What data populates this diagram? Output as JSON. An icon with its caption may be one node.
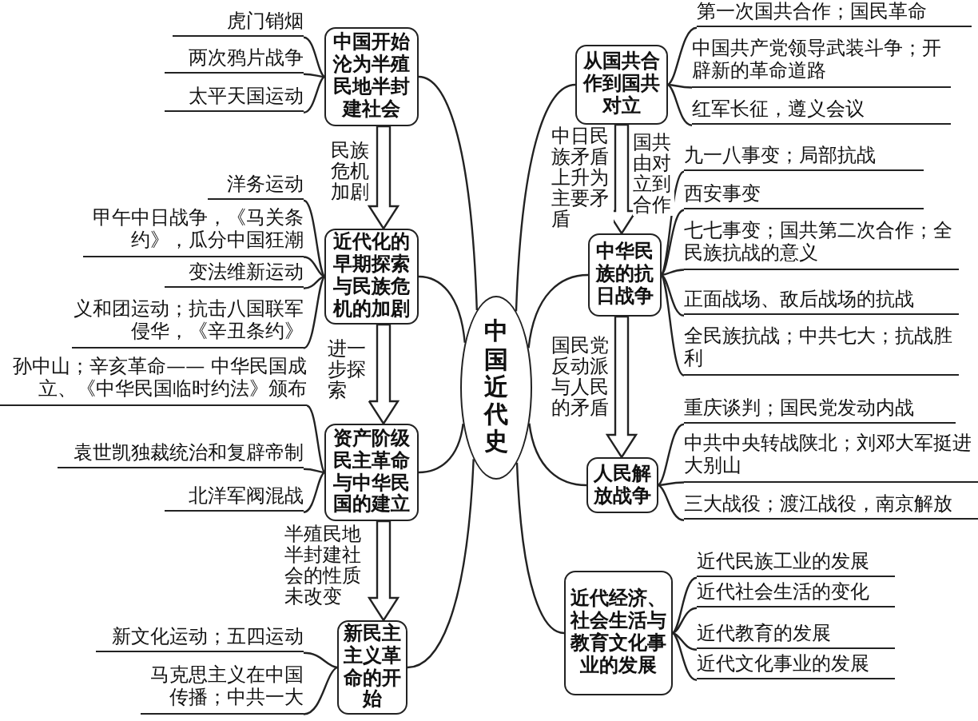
{
  "diagram": {
    "nodes": [
      {
        "text": [
          "中国近代史"
        ]
      },
      {
        "text": [
          "中国开始沦为半殖民地半封建社会"
        ]
      },
      {
        "text": [
          "虎门销烟"
        ]
      },
      {
        "text": [
          "两次鸦片战争"
        ]
      },
      {
        "text": [
          "太平天国运动"
        ]
      },
      {
        "text": [
          "近代化的早期探索与民族危机的加剧"
        ]
      },
      {
        "text": [
          "洋务运动"
        ]
      },
      {
        "text": [
          "甲午中日战争，《马关条约》，瓜分中国狂潮"
        ]
      },
      {
        "text": [
          "变法维新运动"
        ]
      },
      {
        "text": [
          "义和团运动；抗击八国联军侵华，《辛丑条约》"
        ]
      },
      {
        "text": [
          "资产阶级民主革命与中华民国的建立"
        ]
      },
      {
        "text": [
          "孙中山；辛亥革命—— 中华民国成立、《中华民国临时约法》颁布"
        ]
      },
      {
        "text": [
          "袁世凯独裁统治和复辟帝制"
        ]
      },
      {
        "text": [
          "北洋军阀混战"
        ]
      },
      {
        "text": [
          "新民主主义革命的开始"
        ]
      },
      {
        "text": [
          "新文化运动；五四运动"
        ]
      },
      {
        "text": [
          "马克思主义在中国传播；中共一大"
        ]
      },
      {
        "text": [
          "从国共合作到国共对立"
        ]
      },
      {
        "text": [
          "第一次国共合作；国民革命"
        ]
      },
      {
        "text": [
          "中国共产党领导武装斗争；开辟新的革命道路"
        ]
      },
      {
        "text": [
          "红军长征，遵义会议"
        ]
      },
      {
        "text": [
          "中华民族的抗日战争"
        ]
      },
      {
        "text": [
          "九一八事变；局部抗战"
        ]
      },
      {
        "text": [
          "西安事变"
        ]
      },
      {
        "text": [
          "七七事变；国共第二次合作；全民族抗战的意义"
        ]
      },
      {
        "text": [
          "正面战场、敌后战场的抗战"
        ]
      },
      {
        "text": [
          "全民族抗战；中共七大；抗战胜利"
        ]
      },
      {
        "text": [
          "人民解放战争"
        ]
      },
      {
        "text": [
          "重庆谈判；国民党发动内战"
        ]
      },
      {
        "text": [
          "中共中央转战陕北；刘邓大军挺进大别山"
        ]
      },
      {
        "text": [
          "三大战役；渡江战役，南京解放"
        ]
      },
      {
        "text": [
          "近代经济、社会生活与教育文化事业的发展"
        ]
      },
      {
        "text": [
          "近代民族工业的发展"
        ]
      },
      {
        "text": [
          "近代社会生活的变化"
        ]
      },
      {
        "text": [
          "近代教育的发展"
        ]
      },
      {
        "text": [
          "近代文化事业的发展"
        ]
      }
    ],
    "edges": [
      {
        "from": 0,
        "to": 1,
        "arrow": "none"
      },
      {
        "from": 0,
        "to": 5,
        "arrow": "none"
      },
      {
        "from": 0,
        "to": 10,
        "arrow": "none"
      },
      {
        "from": 0,
        "to": 14,
        "arrow": "none"
      },
      {
        "from": 0,
        "to": 17,
        "arrow": "none"
      },
      {
        "from": 0,
        "to": 21,
        "arrow": "none"
      },
      {
        "from": 0,
        "to": 27,
        "arrow": "none"
      },
      {
        "from": 0,
        "to": 31,
        "arrow": "none"
      },
      {
        "from": 1,
        "to": 2,
        "arrow": "none"
      },
      {
        "from": 1,
        "to": 3,
        "arrow": "none"
      },
      {
        "from": 1,
        "to": 4,
        "arrow": "none"
      },
      {
        "from": 5,
        "to": 6,
        "arrow": "none"
      },
      {
        "from": 5,
        "to": 7,
        "arrow": "none"
      },
      {
        "from": 5,
        "to": 8,
        "arrow": "none"
      },
      {
        "from": 5,
        "to": 9,
        "arrow": "none"
      },
      {
        "from": 10,
        "to": 11,
        "arrow": "none"
      },
      {
        "from": 10,
        "to": 12,
        "arrow": "none"
      },
      {
        "from": 10,
        "to": 13,
        "arrow": "none"
      },
      {
        "from": 14,
        "to": 15,
        "arrow": "none"
      },
      {
        "from": 14,
        "to": 16,
        "arrow": "none"
      },
      {
        "from": 17,
        "to": 18,
        "arrow": "none"
      },
      {
        "from": 17,
        "to": 19,
        "arrow": "none"
      },
      {
        "from": 17,
        "to": 20,
        "arrow": "none"
      },
      {
        "from": 21,
        "to": 22,
        "arrow": "none"
      },
      {
        "from": 21,
        "to": 23,
        "arrow": "none"
      },
      {
        "from": 21,
        "to": 24,
        "arrow": "none"
      },
      {
        "from": 21,
        "to": 25,
        "arrow": "none"
      },
      {
        "from": 21,
        "to": 26,
        "arrow": "none"
      },
      {
        "from": 27,
        "to": 28,
        "arrow": "none"
      },
      {
        "from": 27,
        "to": 29,
        "arrow": "none"
      },
      {
        "from": 27,
        "to": 30,
        "arrow": "none"
      },
      {
        "from": 31,
        "to": 32,
        "arrow": "none"
      },
      {
        "from": 31,
        "to": 33,
        "arrow": "none"
      },
      {
        "from": 31,
        "to": 34,
        "arrow": "none"
      },
      {
        "from": 31,
        "to": 35,
        "arrow": "none"
      },
      {
        "from": 1,
        "to": 5,
        "arrow": "to",
        "label": "民族危机加剧"
      },
      {
        "from": 5,
        "to": 10,
        "arrow": "to",
        "label": "进一步探索"
      },
      {
        "from": 10,
        "to": 14,
        "arrow": "to",
        "label": "半殖民地半封建社会的性质未改变"
      },
      {
        "from": 17,
        "to": 21,
        "arrow": "to",
        "label": "中日民族矛盾上升为主要矛盾"
      },
      {
        "from": 21,
        "to": 27,
        "arrow": "to",
        "label": "国民党反动派与人民的矛盾"
      }
    ],
    "labels": [
      "国共由对立到合作"
    ]
  }
}
